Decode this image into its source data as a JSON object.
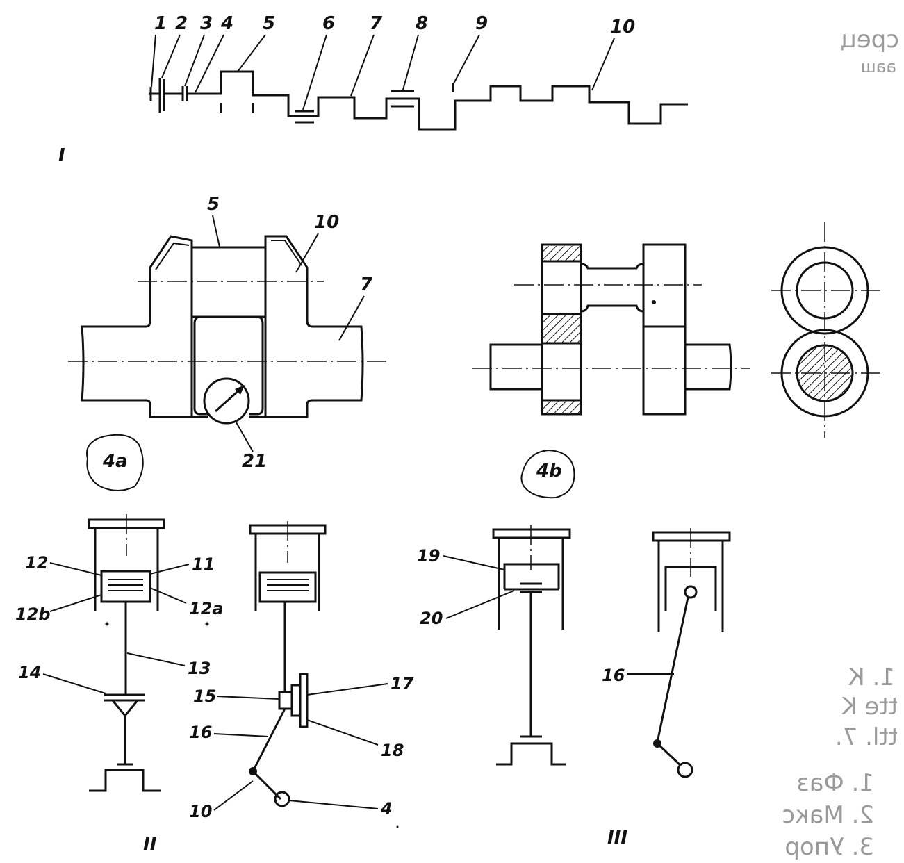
{
  "section_labels": {
    "part_I": "I",
    "part_II": "II",
    "part_III": "III",
    "fig_4a": "4a",
    "fig_4b": "4b"
  },
  "callouts": {
    "shaft_top": [
      "1",
      "2",
      "3",
      "4",
      "5",
      "6",
      "7",
      "8",
      "9",
      "10"
    ],
    "fig4a": [
      "5",
      "10",
      "7",
      "21"
    ],
    "part_II_left": [
      "12",
      "11",
      "12b",
      "12a",
      "13",
      "14"
    ],
    "part_II_right": [
      "15",
      "17",
      "16",
      "18",
      "10",
      "4"
    ],
    "part_III": [
      "19",
      "20",
      "16"
    ]
  },
  "margin_text": {
    "lines": [
      "срец",
      "ааш",
      "1. К",
      "ttе K",
      "ttl. 7.",
      "1. Фаз",
      "2. Макс",
      "3. Упор"
    ]
  },
  "colors": {
    "ink": "#111111",
    "background": "#ffffff",
    "faded": "#9a9a9a"
  }
}
